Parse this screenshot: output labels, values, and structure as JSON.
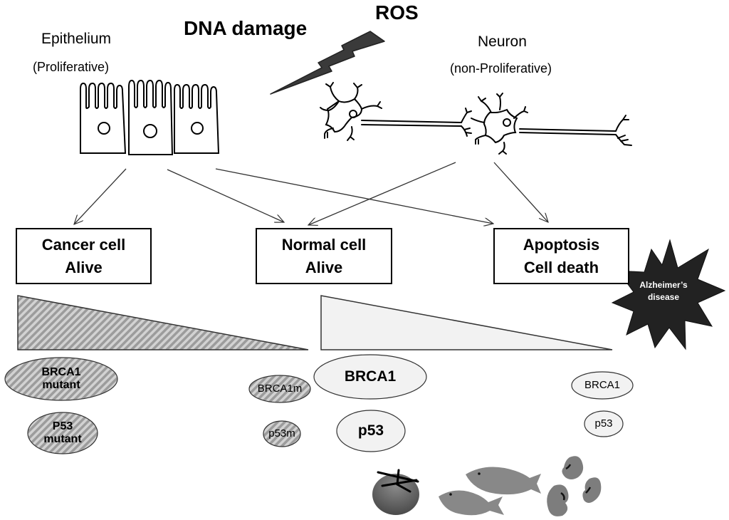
{
  "labels": {
    "dna_damage": "DNA damage",
    "ros": "ROS",
    "epithelium": "Epithelium",
    "epithelium_sub": "(Proliferative)",
    "neuron": "Neuron",
    "neuron_sub": "(non-Proliferative)"
  },
  "outcomes": [
    {
      "line1": "Cancer cell",
      "line2": "Alive"
    },
    {
      "line1": "Normal cell",
      "line2": "Alive"
    },
    {
      "line1": "Apoptosis",
      "line2": "Cell death"
    }
  ],
  "disease_burst": {
    "line1": "Alzheimer’s",
    "line2": "disease"
  },
  "gradients": [
    {
      "name": "mutant",
      "fill": "hatched-gray"
    },
    {
      "name": "normal",
      "fill": "#f2f2f2"
    }
  ],
  "proteins": {
    "mutant_high": [
      {
        "line1": "BRCA1",
        "line2": "mutant"
      },
      {
        "line1": "P53",
        "line2": "mutant"
      }
    ],
    "mutant_low": [
      {
        "text": "BRCA1m"
      },
      {
        "text": "p53m"
      }
    ],
    "normal_high": [
      {
        "text": "BRCA1"
      },
      {
        "text": "p53"
      }
    ],
    "normal_low": [
      {
        "text": "BRCA1"
      },
      {
        "text": "p53"
      }
    ]
  },
  "foods": [
    "tomato-icon",
    "fish-icon",
    "fish-icon",
    "bean-icon",
    "bean-icon",
    "bean-icon"
  ],
  "colors": {
    "lightning": "#3a3a3a",
    "burst": "#222222",
    "hatch_dark": "#9a9a9a",
    "hatch_light": "#d0d0d0",
    "light_fill": "#f2f2f2",
    "food": "#808080"
  }
}
